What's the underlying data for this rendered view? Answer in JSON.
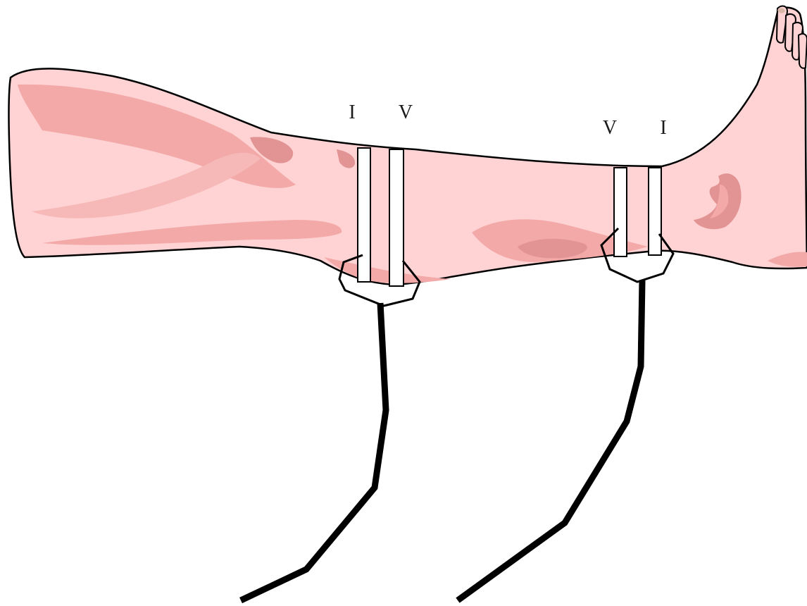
{
  "diagram": {
    "labels": {
      "thigh_current": "I",
      "thigh_voltage": "V",
      "ankle_voltage": "V",
      "ankle_current": "I"
    },
    "colors": {
      "skin": "#ffd3d3",
      "skin_shadow": "#f4a9a9",
      "skin_dark": "#e29393",
      "outline": "#000000",
      "electrode": "#ffffff",
      "cable": "#000000",
      "toenail": "#d9b7a8"
    }
  }
}
